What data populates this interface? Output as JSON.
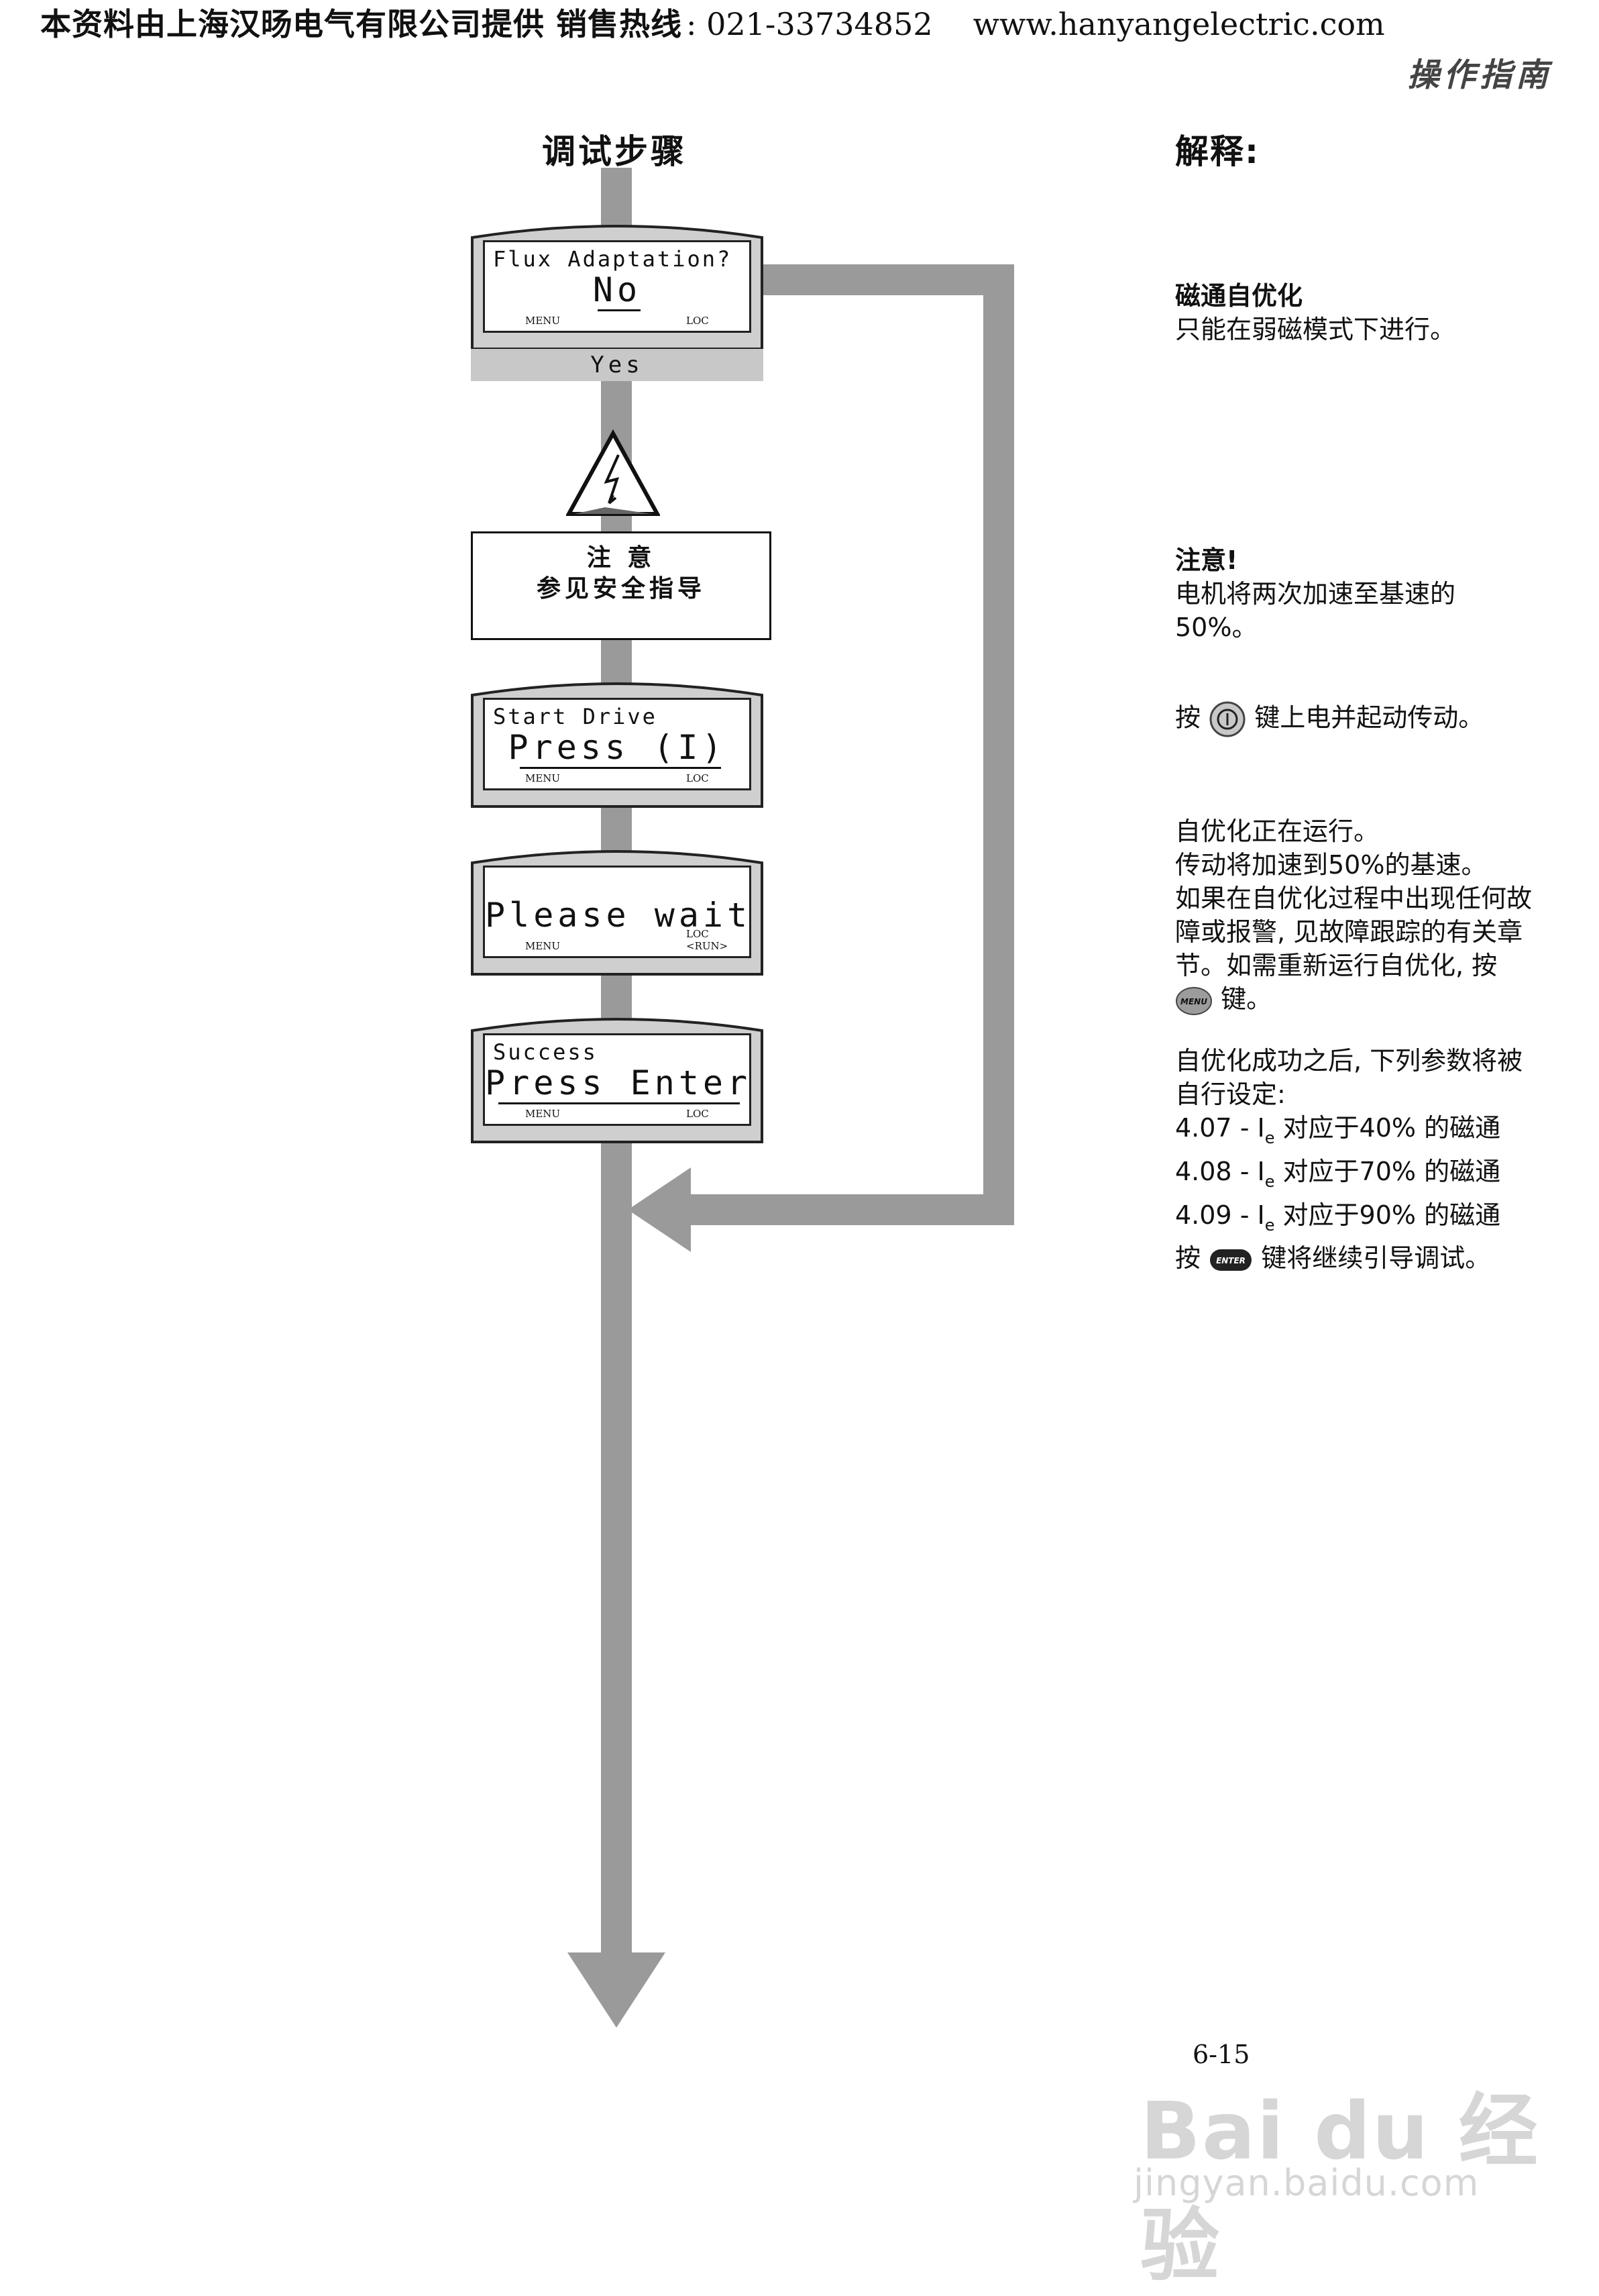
{
  "header": {
    "company": "本资料由上海汉旸电气有限公司提供 销售热线",
    "hotline": ": 021-33734852",
    "website": "www.hanyangelectric.com",
    "section": "操作指南"
  },
  "headings": {
    "steps": "调试步骤",
    "explanation": "解释:"
  },
  "displays": {
    "flux": {
      "line1": "Flux Adaptation?",
      "line2": "No",
      "menu": "MENU",
      "loc": "LOC"
    },
    "yes": "Yes",
    "note": {
      "title": "注 意",
      "text": "参见安全指导"
    },
    "start": {
      "line1": "Start Drive",
      "line2": "Press (I)",
      "menu": "MENU",
      "loc": "LOC"
    },
    "wait": {
      "line2": "Please wait",
      "menu": "MENU",
      "loc": "LOC <RUN>"
    },
    "success": {
      "line1": "Success",
      "line2": "Press Enter",
      "menu": "MENU",
      "loc": "LOC"
    }
  },
  "explanations": {
    "flux_title": "磁通自优化",
    "flux_text": "只能在弱磁模式下进行。",
    "note_title": "注意!",
    "note_text_1": "电机将两次加速至基速的",
    "note_text_2": "50%。",
    "press_prefix": "按",
    "press_suffix": "键上电并起动传动。",
    "run_1": "自优化正在运行。",
    "run_2": "传动将加速到50%的基速。",
    "run_3": "如果在自优化过程中出现任何故",
    "run_4": "障或报警, 见故障跟踪的有关章",
    "run_5": "节。如需重新运行自优化, 按",
    "run_6": "键。",
    "menu_key": "MENU",
    "after_1": "自优化成功之后, 下列参数将被",
    "after_2": "自行设定:",
    "params": [
      {
        "code": "4.07 - I",
        "sub": "e",
        "text": "对应于40% 的磁通"
      },
      {
        "code": "4.08 - I",
        "sub": "e",
        "text": "对应于70% 的磁通"
      },
      {
        "code": "4.09 - I",
        "sub": "e",
        "text": "对应于90% 的磁通"
      }
    ],
    "enter_prefix": "按",
    "enter_key": "ENTER",
    "enter_suffix": "键将继续引导调试。"
  },
  "page_number": "6-15",
  "watermark": {
    "logo": "Bai du 经验",
    "url": "jingyan.baidu.com"
  }
}
